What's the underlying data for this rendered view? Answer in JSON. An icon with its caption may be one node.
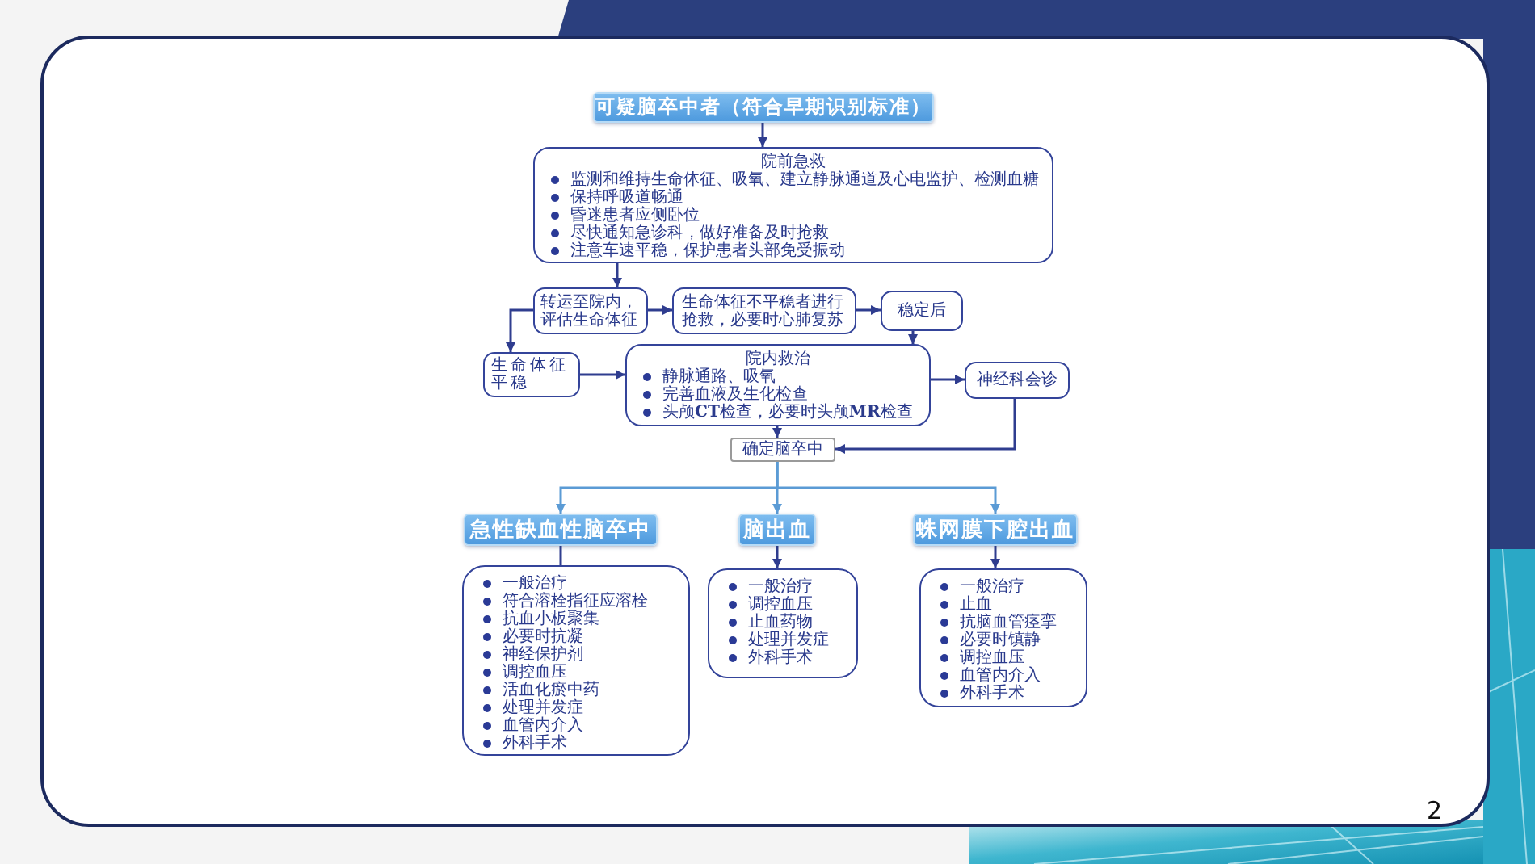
{
  "diagram": {
    "nodes": [
      {
        "text": [
          "可疑脑卒中者（符合早期识别标准）"
        ]
      },
      {
        "text": [
          "院前急救",
          "监测和维持生命体征、吸氧、建立静脉通道及心电监护、检测血糖",
          "保持呼吸道畅通",
          "昏迷患者应侧卧位",
          "尽快通知急诊科，做好准备及时抢救",
          "注意车速平稳，保护患者头部免受振动"
        ]
      },
      {
        "text": [
          "转运至院内，评估生命体征"
        ]
      },
      {
        "text": [
          "生命体征不平稳者进行抢救，必要时心肺复苏"
        ]
      },
      {
        "text": [
          "稳定后"
        ]
      },
      {
        "text": [
          "生命体征平稳"
        ]
      },
      {
        "text": [
          "院内救治",
          "静脉通路、吸氧",
          "完善血液及生化检查",
          "头颅**CT**检查，必要时头颅**MR**检查"
        ]
      },
      {
        "text": [
          "神经科会诊"
        ]
      },
      {
        "text": [
          "确定脑卒中"
        ]
      },
      {
        "text": [
          "急性缺血性脑卒中"
        ]
      },
      {
        "text": [
          "脑出血"
        ]
      },
      {
        "text": [
          "蛛网膜下腔出血"
        ]
      },
      {
        "text": [
          "一般治疗",
          "符合溶栓指征应溶栓",
          "抗血小板聚集",
          "必要时抗凝",
          "神经保护剂",
          "调控血压",
          "活血化瘀中药",
          "处理并发症",
          "血管内介入",
          "外科手术"
        ]
      },
      {
        "text": [
          "一般治疗",
          "调控血压",
          "止血药物",
          "处理并发症",
          "外科手术"
        ]
      },
      {
        "text": [
          "一般治疗",
          "止血",
          "抗脑血管痉挛",
          "必要时镇静",
          "调控血压",
          "血管内介入",
          "外科手术"
        ]
      }
    ],
    "edges": [
      {
        "from": 0,
        "to": 1,
        "arrow": "to"
      },
      {
        "from": 1,
        "to": 2,
        "arrow": "to"
      },
      {
        "from": 2,
        "to": 3,
        "arrow": "to"
      },
      {
        "from": 3,
        "to": 4,
        "arrow": "to"
      },
      {
        "from": 4,
        "to": 6,
        "arrow": "to"
      },
      {
        "from": 2,
        "to": 5,
        "arrow": "to"
      },
      {
        "from": 5,
        "to": 6,
        "arrow": "to"
      },
      {
        "from": 6,
        "to": 7,
        "arrow": "to"
      },
      {
        "from": 6,
        "to": 8,
        "arrow": "to"
      },
      {
        "from": 7,
        "to": 8,
        "arrow": "to"
      },
      {
        "from": 8,
        "to": 9,
        "arrow": "to",
        "color": "#5b9bd5"
      },
      {
        "from": 8,
        "to": 10,
        "arrow": "to",
        "color": "#5b9bd5"
      },
      {
        "from": 8,
        "to": 11,
        "arrow": "to",
        "color": "#5b9bd5"
      },
      {
        "from": 9,
        "to": 12,
        "arrow": "none"
      },
      {
        "from": 10,
        "to": 13,
        "arrow": "to"
      },
      {
        "from": 11,
        "to": 14,
        "arrow": "to"
      }
    ],
    "labels": [
      "2"
    ]
  }
}
